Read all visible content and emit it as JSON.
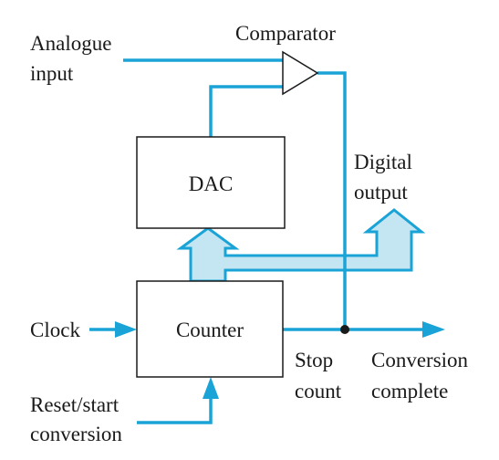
{
  "blocks": {
    "dac": "DAC",
    "counter": "Counter",
    "comparator": "Comparator"
  },
  "inputs": {
    "analogue_line1": "Analogue",
    "analogue_line2": "input",
    "clock": "Clock",
    "reset_line1": "Reset/start",
    "reset_line2": "conversion"
  },
  "outputs": {
    "digital_line1": "Digital",
    "digital_line2": "output",
    "stop_line1": "Stop",
    "stop_line2": "count",
    "conversion_line1": "Conversion",
    "conversion_line2": "complete"
  },
  "colors": {
    "wire": "#1aa3d6",
    "bus_fill": "#c4e6f2",
    "block_stroke": "#1a1a1a"
  }
}
